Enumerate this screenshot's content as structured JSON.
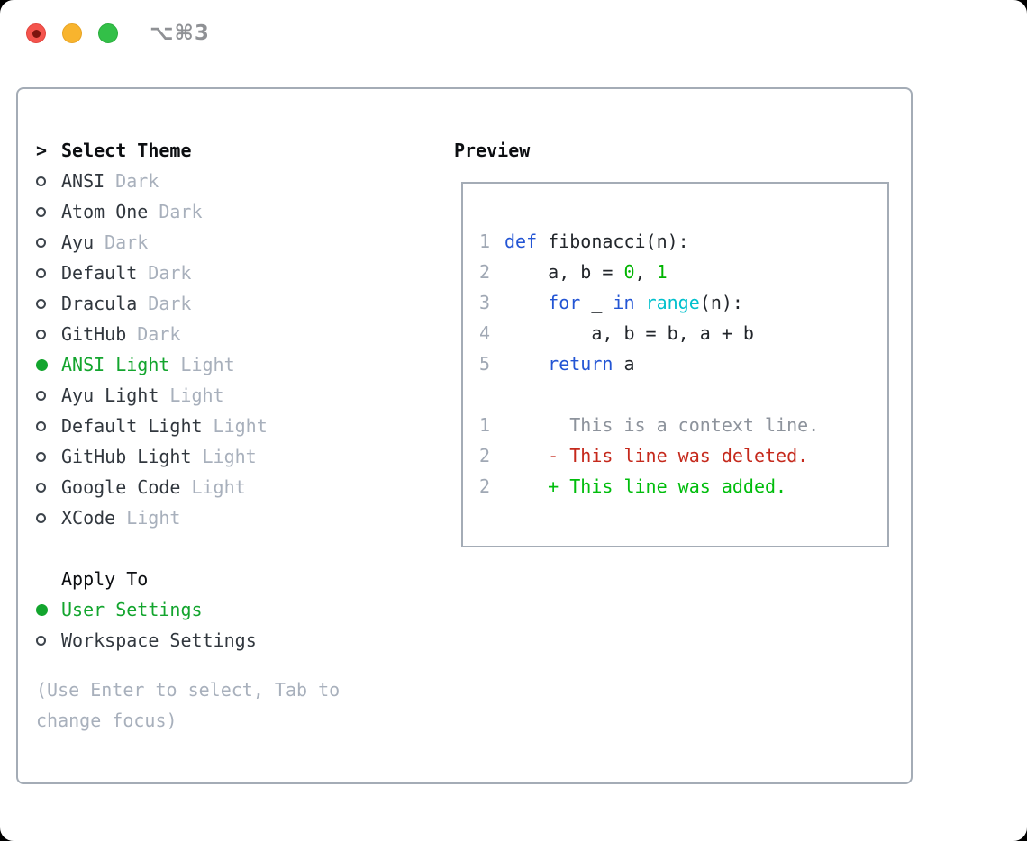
{
  "titlebar": {
    "shortcut_label": "⌥⌘3"
  },
  "colors": {
    "selection_green": "#13a52e",
    "keyword_blue": "#2355d4",
    "function_cyan": "#00c0cd",
    "number_green": "#00b400",
    "diff_added_green": "#00bd0c",
    "diff_deleted_red": "#c5291c",
    "muted_gray": "#a8b0bc",
    "border_gray": "#a4acb6",
    "traffic_red": "#f4544d",
    "traffic_yellow": "#f8b42e",
    "traffic_green": "#33c048"
  },
  "theme_panel": {
    "cursor": ">",
    "header": "Select Theme",
    "items": [
      {
        "name": "ANSI",
        "variant": "Dark",
        "selected": false
      },
      {
        "name": "Atom One",
        "variant": "Dark",
        "selected": false
      },
      {
        "name": "Ayu",
        "variant": "Dark",
        "selected": false
      },
      {
        "name": "Default",
        "variant": "Dark",
        "selected": false
      },
      {
        "name": "Dracula",
        "variant": "Dark",
        "selected": false
      },
      {
        "name": "GitHub",
        "variant": "Dark",
        "selected": false
      },
      {
        "name": "ANSI Light",
        "variant": "Light",
        "selected": true
      },
      {
        "name": "Ayu Light",
        "variant": "Light",
        "selected": false
      },
      {
        "name": "Default Light",
        "variant": "Light",
        "selected": false
      },
      {
        "name": "GitHub Light",
        "variant": "Light",
        "selected": false
      },
      {
        "name": "Google Code",
        "variant": "Light",
        "selected": false
      },
      {
        "name": "XCode",
        "variant": "Light",
        "selected": false
      }
    ],
    "apply_header": "Apply To",
    "apply_items": [
      {
        "label": "User Settings",
        "selected": true
      },
      {
        "label": "Workspace Settings",
        "selected": false
      }
    ],
    "hint": "(Use Enter to select, Tab to change focus)"
  },
  "preview": {
    "header": "Preview",
    "code_lines": [
      {
        "ln": "1",
        "segs": [
          {
            "t": "def",
            "type": "keyword"
          },
          {
            "t": " fibonacci(n):",
            "type": "plain"
          }
        ]
      },
      {
        "ln": "2",
        "segs": [
          {
            "t": "    a, b = ",
            "type": "plain"
          },
          {
            "t": "0",
            "type": "number"
          },
          {
            "t": ", ",
            "type": "plain"
          },
          {
            "t": "1",
            "type": "number"
          }
        ]
      },
      {
        "ln": "3",
        "segs": [
          {
            "t": "    ",
            "type": "plain"
          },
          {
            "t": "for",
            "type": "keyword"
          },
          {
            "t": " _ ",
            "type": "plain"
          },
          {
            "t": "in",
            "type": "keyword"
          },
          {
            "t": " ",
            "type": "plain"
          },
          {
            "t": "range",
            "type": "function"
          },
          {
            "t": "(n):",
            "type": "plain"
          }
        ]
      },
      {
        "ln": "4",
        "segs": [
          {
            "t": "        a, b = b, a + b",
            "type": "plain"
          }
        ]
      },
      {
        "ln": "5",
        "segs": [
          {
            "t": "    ",
            "type": "plain"
          },
          {
            "t": "return",
            "type": "keyword"
          },
          {
            "t": " a",
            "type": "plain"
          }
        ]
      },
      {
        "ln": "1",
        "segs": [
          {
            "t": "      This is a context line.",
            "type": "context"
          }
        ]
      },
      {
        "ln": "2",
        "segs": [
          {
            "t": "    - This line was deleted.",
            "type": "deleted"
          }
        ]
      },
      {
        "ln": "2",
        "segs": [
          {
            "t": "    + This line was added.",
            "type": "added"
          }
        ]
      }
    ]
  }
}
